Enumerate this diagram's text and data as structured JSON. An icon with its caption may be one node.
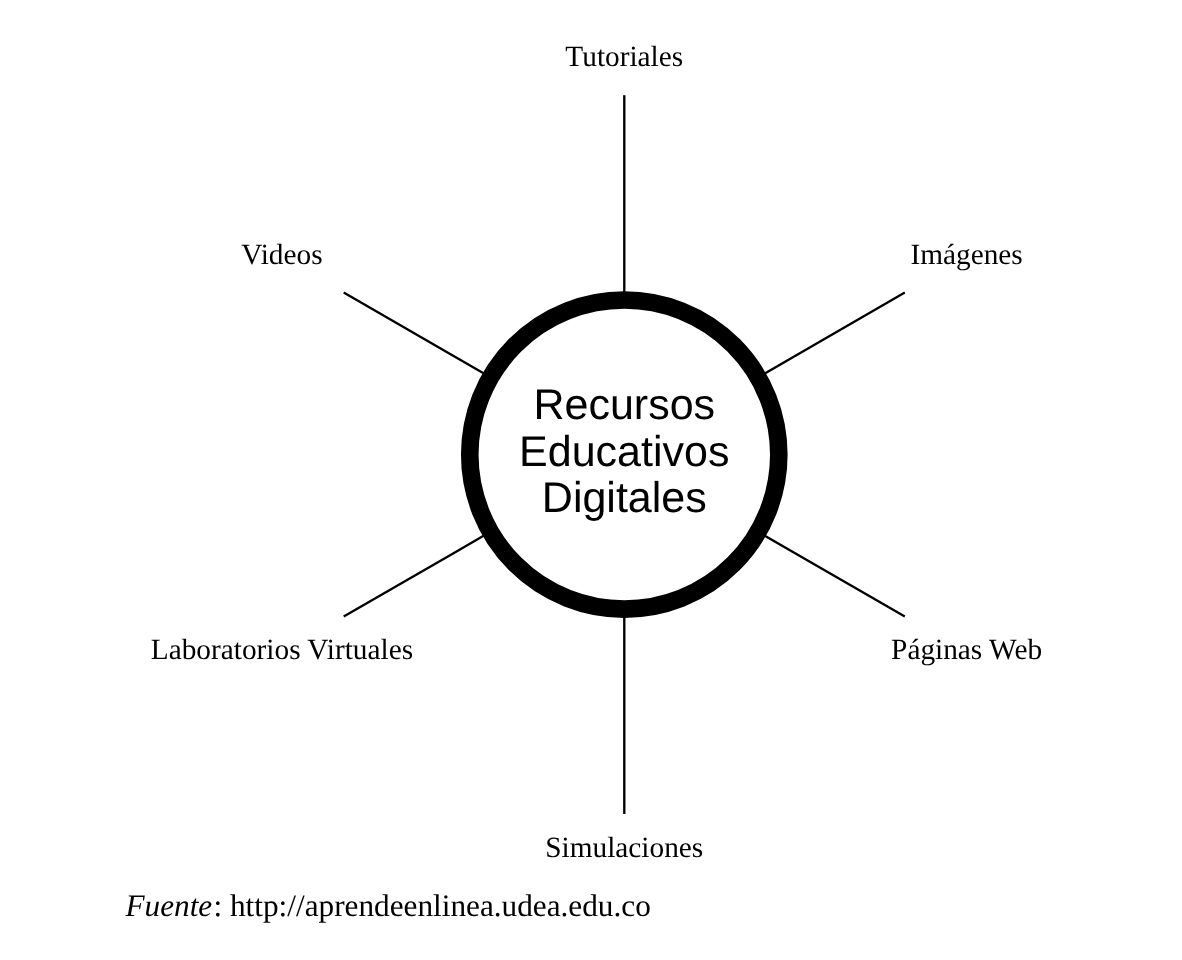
{
  "diagram": {
    "caption": "*Fuente*: http://aprendeenlinea.udea.edu.co",
    "nodes": [
      {
        "text": [
          "Recursos Educativos Digitales"
        ]
      },
      {
        "text": [
          "Imágenes"
        ]
      },
      {
        "text": [
          "Tutoriales"
        ]
      },
      {
        "text": [
          "Videos"
        ]
      },
      {
        "text": [
          "Laboratorios Virtuales"
        ]
      },
      {
        "text": [
          "Simulaciones"
        ]
      },
      {
        "text": [
          "Páginas Web"
        ]
      }
    ],
    "edges": [
      {
        "from": 0,
        "to": 1,
        "arrow": "none"
      },
      {
        "from": 0,
        "to": 2,
        "arrow": "none"
      },
      {
        "from": 0,
        "to": 3,
        "arrow": "none"
      },
      {
        "from": 0,
        "to": 4,
        "arrow": "none"
      },
      {
        "from": 0,
        "to": 5,
        "arrow": "none"
      },
      {
        "from": 0,
        "to": 6,
        "arrow": "none"
      }
    ]
  }
}
